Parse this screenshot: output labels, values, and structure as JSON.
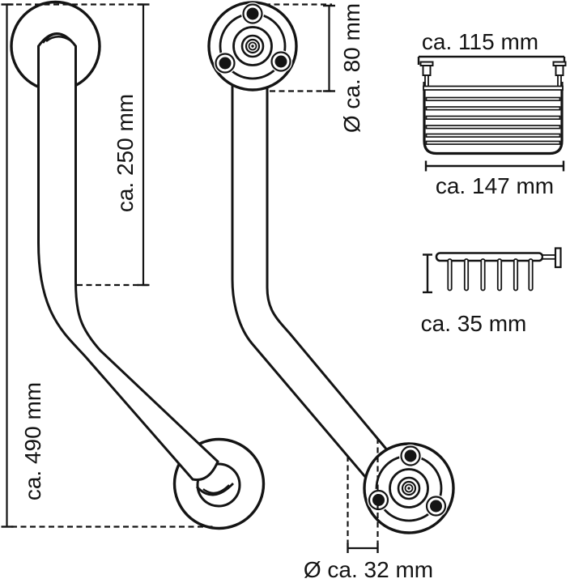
{
  "figure": {
    "background_color": "#ffffff",
    "line_color": "#141414",
    "description": "Technical dimension drawing of an angled grab bar (side view and front view) with a wire soap basket accessory (front and side views)"
  },
  "labels": {
    "upper_segment_length": "ca. 250 mm",
    "total_length": "ca. 490 mm",
    "flange_diameter": "Ø ca. 80 mm",
    "tube_diameter": "Ø ca. 32 mm",
    "basket_inner_width": "ca. 115 mm",
    "basket_outer_width": "ca. 147 mm",
    "basket_depth": "ca. 35 mm"
  }
}
